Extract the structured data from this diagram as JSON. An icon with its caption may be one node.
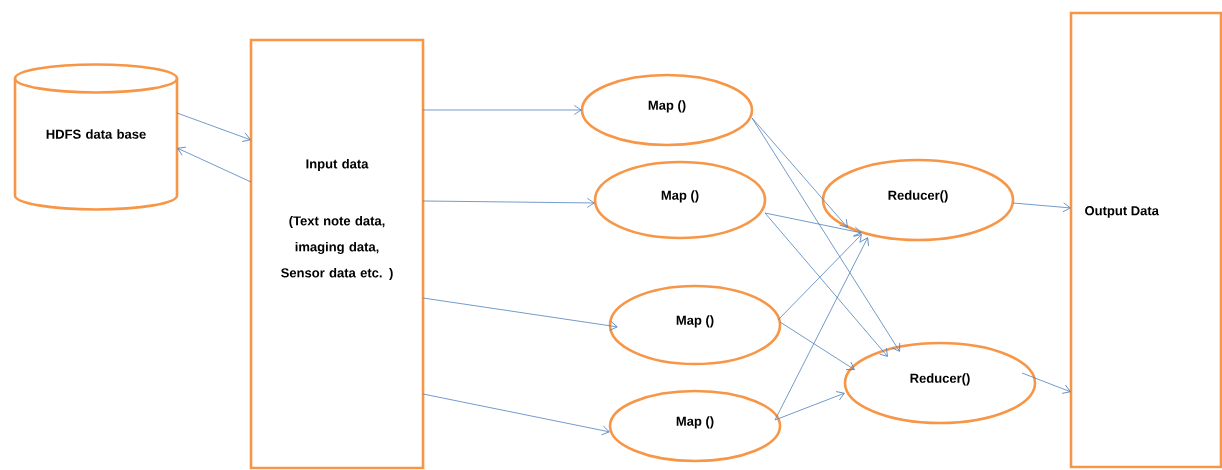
{
  "diagram": {
    "nodes": [
      {
        "text": [
          "HDFS data base"
        ]
      },
      {
        "text": [
          "Input data",
          "(Text note data, imaging data, Sensor data etc. )"
        ]
      },
      {
        "text": [
          "Map ()"
        ]
      },
      {
        "text": [
          "Map ()"
        ]
      },
      {
        "text": [
          "Map ()"
        ]
      },
      {
        "text": [
          "Map ()"
        ]
      },
      {
        "text": [
          "Reducer()"
        ]
      },
      {
        "text": [
          "Reducer()"
        ]
      },
      {
        "text": [
          "Output Data"
        ]
      }
    ],
    "edges": [
      {
        "from": 0,
        "to": 1,
        "arrow": "to"
      },
      {
        "from": 1,
        "to": 0,
        "arrow": "to"
      },
      {
        "from": 1,
        "to": 2,
        "arrow": "to"
      },
      {
        "from": 1,
        "to": 3,
        "arrow": "to"
      },
      {
        "from": 1,
        "to": 4,
        "arrow": "to"
      },
      {
        "from": 1,
        "to": 5,
        "arrow": "to"
      },
      {
        "from": 2,
        "to": 6,
        "arrow": "to"
      },
      {
        "from": 2,
        "to": 7,
        "arrow": "to"
      },
      {
        "from": 3,
        "to": 6,
        "arrow": "to"
      },
      {
        "from": 3,
        "to": 7,
        "arrow": "to"
      },
      {
        "from": 4,
        "to": 6,
        "arrow": "to"
      },
      {
        "from": 4,
        "to": 7,
        "arrow": "to"
      },
      {
        "from": 5,
        "to": 6,
        "arrow": "to"
      },
      {
        "from": 5,
        "to": 7,
        "arrow": "to"
      },
      {
        "from": 6,
        "to": 8,
        "arrow": "to"
      },
      {
        "from": 7,
        "to": 8,
        "arrow": "to"
      }
    ]
  }
}
